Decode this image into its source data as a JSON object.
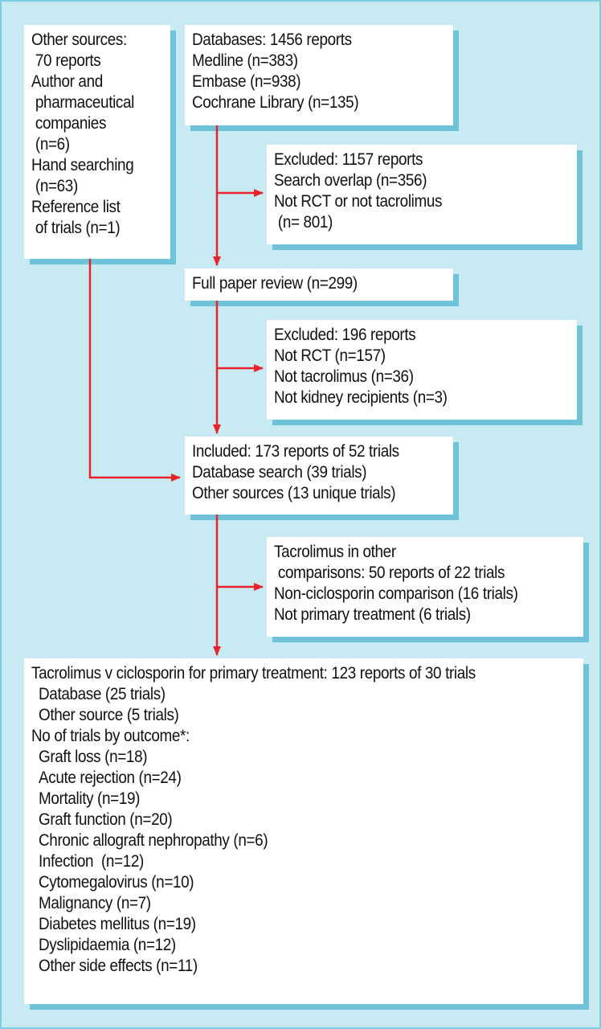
{
  "colors": {
    "background": "#c7eaf3",
    "box": "#ffffff",
    "shadow": "#6fc3d8",
    "arrow": "#e8242a",
    "text": "#111111"
  },
  "other_sources": {
    "lines": [
      "Other sources:",
      " 70 reports",
      "Author and",
      " pharmaceutical",
      " companies",
      " (n=6)",
      "Hand searching",
      " (n=63)",
      "Reference list",
      " of trials (n=1)"
    ]
  },
  "databases": {
    "lines": [
      "Databases: 1456 reports",
      "Medline (n=383)",
      "Embase (n=938)",
      "Cochrane Library (n=135)"
    ]
  },
  "excluded_1": {
    "lines": [
      "Excluded: 1157 reports",
      "Search overlap (n=356)",
      "Not RCT or not tacrolimus",
      " (n= 801)"
    ]
  },
  "full_review": {
    "lines": [
      "Full paper review (n=299)"
    ]
  },
  "excluded_2": {
    "lines": [
      "Excluded: 196 reports",
      "Not RCT (n=157)",
      "Not tacrolimus (n=36)",
      "Not kidney recipients (n=3)"
    ]
  },
  "included": {
    "lines": [
      "Included: 173 reports of 52 trials",
      "Database search (39 trials)",
      "Other sources (13 unique trials)"
    ]
  },
  "other_comparisons": {
    "lines": [
      "Tacrolimus in other",
      " comparisons: 50 reports of 22 trials",
      "Non-ciclosporin comparison (16 trials)",
      "Not primary treatment (6 trials)"
    ]
  },
  "final": {
    "title": "Tacrolimus v ciclosporin for primary treatment: 123 reports of 30 trials",
    "sources": [
      "Database (25 trials)",
      "Other source (5 trials)"
    ],
    "outcome_header": "No of trials by outcome*:",
    "outcomes": [
      "Graft loss (n=18)",
      "Acute rejection (n=24)",
      "Mortality (n=19)",
      "Graft function (n=20)",
      "Chronic allograft nephropathy (n=6)",
      "Infection  (n=12)",
      "Cytomegalovirus (n=10)",
      "Malignancy (n=7)",
      "Diabetes mellitus (n=19)",
      "Dyslipidaemia (n=12)",
      "Other side effects (n=11)"
    ]
  }
}
